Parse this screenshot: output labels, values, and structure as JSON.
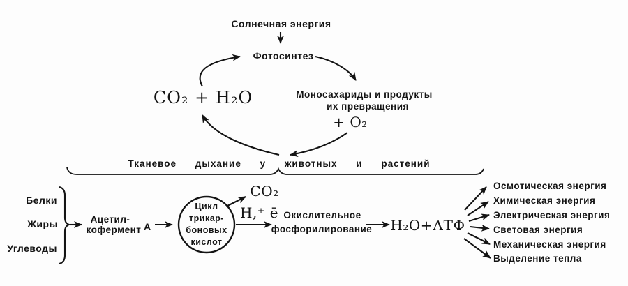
{
  "palette": {
    "ink": "#141414",
    "paper": "#fdfdfd"
  },
  "top_cycle": {
    "solar": "Солнечная энергия",
    "photosynthesis": "Фотосинтез",
    "co2_h2o": "CO₂ + H₂O",
    "mono_line1": "Моносахариды и продукты",
    "mono_line2": "их превращения",
    "mono_line3": "+ O₂"
  },
  "respiration": {
    "label": "Тканевое дыхание у животных и растений"
  },
  "inputs": [
    "Белки",
    "Жиры",
    "Углеводы"
  ],
  "acetyl": {
    "line1": "Ацетил-",
    "line2": "кофермент",
    "a": "А"
  },
  "krebs": {
    "line1": "Цикл",
    "line2": "трикар-",
    "line3": "боновых",
    "line4": "кислот"
  },
  "krebs_outputs": {
    "co2": "CO₂",
    "h_e": "H,⁺ ē"
  },
  "oxphos": {
    "line1": "Окислительное",
    "line2": "фосфорилирование"
  },
  "atp": "H₂O+АТФ",
  "outputs": [
    "Осмотическая энергия",
    "Химическая энергия",
    "Электрическая энергия",
    "Световая энергия",
    "Механическая энергия",
    "Выделение тепла"
  ]
}
